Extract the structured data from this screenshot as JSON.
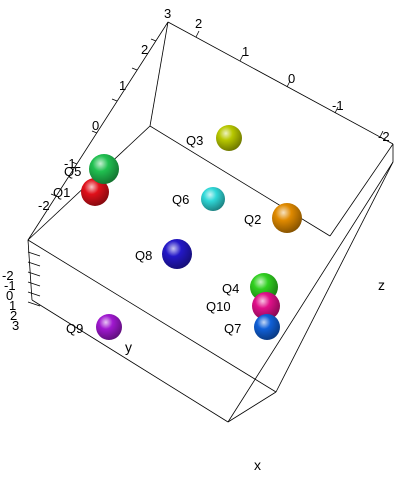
{
  "chart_data": {
    "type": "scatter",
    "title": "",
    "axes": {
      "x": {
        "label": "x",
        "ticks": []
      },
      "y": {
        "label": "y",
        "ticks": [
          "2",
          "1",
          "0",
          "-1",
          "-2"
        ]
      },
      "z": {
        "label": "z",
        "ticks": [
          "3",
          "2",
          "1",
          "0",
          "-1",
          "-2"
        ]
      },
      "side_ticks": [
        "-2",
        "-1",
        "0",
        "1",
        "2",
        "3"
      ]
    },
    "points": [
      {
        "name": "Q1",
        "color": "#e0101a"
      },
      {
        "name": "Q5",
        "color": "#20c050"
      },
      {
        "name": "Q3",
        "color": "#b8c800"
      },
      {
        "name": "Q6",
        "color": "#30d8d8"
      },
      {
        "name": "Q2",
        "color": "#e08a00"
      },
      {
        "name": "Q8",
        "color": "#2418c8"
      },
      {
        "name": "Q4",
        "color": "#30d020"
      },
      {
        "name": "Q10",
        "color": "#e0108a"
      },
      {
        "name": "Q7",
        "color": "#1060d8"
      },
      {
        "name": "Q9",
        "color": "#a018d0"
      }
    ]
  }
}
